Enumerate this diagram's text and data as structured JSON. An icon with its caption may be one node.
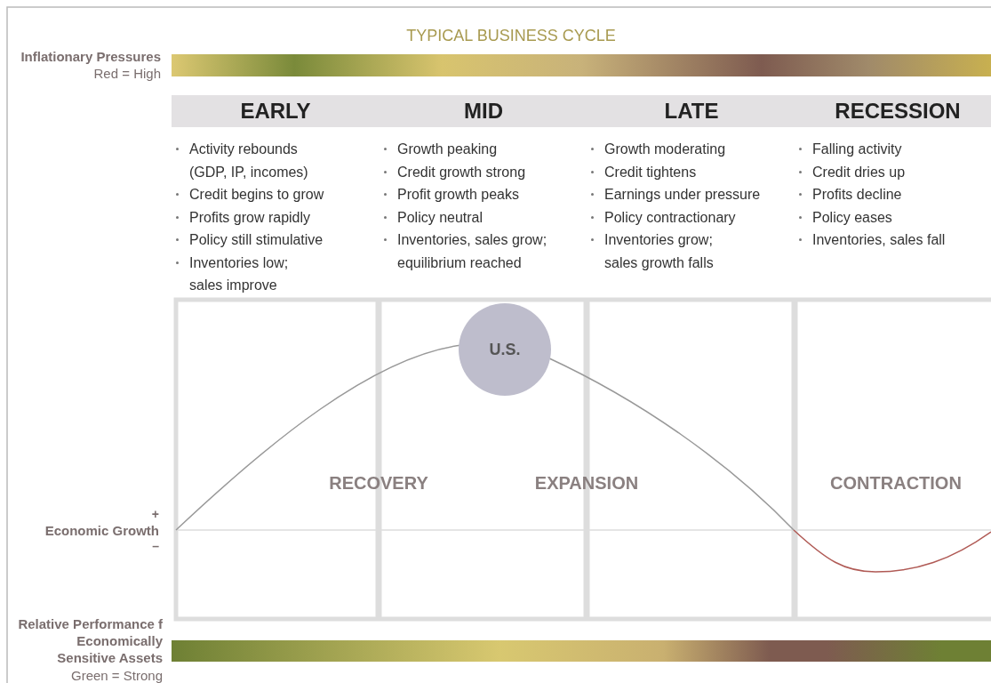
{
  "diagram": {
    "title": "TYPICAL BUSINESS CYCLE",
    "nodes": [
      {
        "text": [],
        "shape": "bar"
      },
      {
        "text": [
          "EARLY"
        ],
        "beside": [
          "Activity rebounds (GDP, IP, incomes)",
          "Credit begins to grow",
          "Profits grow rapidly",
          "Policy still stimulative",
          "Inventories low; sales improve"
        ]
      },
      {
        "text": [
          "MID"
        ],
        "beside": [
          "Growth peaking",
          "Credit growth strong",
          "Profit growth peaks",
          "Policy neutral",
          "Inventories, sales grow; equilibrium reached"
        ]
      },
      {
        "text": [
          "LATE"
        ],
        "beside": [
          "Growth moderating",
          "Credit tightens",
          "Earnings under pressure",
          "Policy contractionary",
          "Inventories grow; sales growth falls"
        ]
      },
      {
        "text": [
          "RECESSION"
        ],
        "beside": [
          "Falling activity",
          "Credit dries up",
          "Profits decline",
          "Policy eases",
          "Inventories, sales fall"
        ]
      },
      {
        "text": [
          "U.S."
        ]
      },
      {
        "text": [],
        "shape": "bar"
      }
    ],
    "labels": [
      "Inflationary Pressures",
      "Red = High",
      "RECOVERY",
      "EXPANSION",
      "CONTRACTION",
      "+",
      "Economic Growth",
      "–",
      "Relative Performance f Economically Sensitive Assets",
      "Green = Strong"
    ]
  }
}
